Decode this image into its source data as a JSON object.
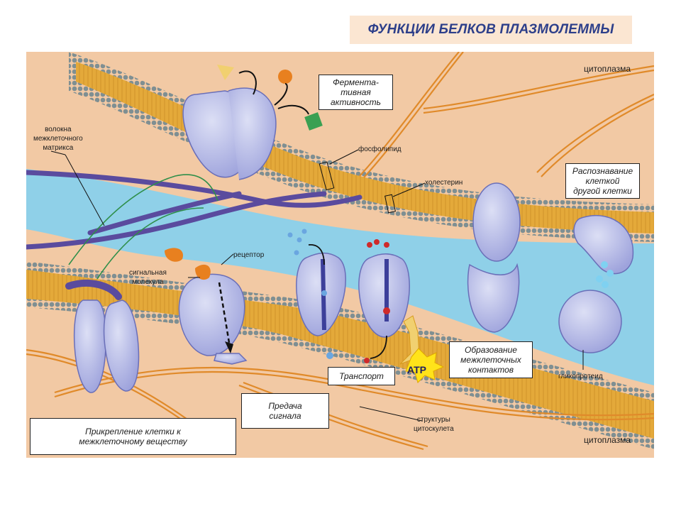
{
  "title": "ФУНКЦИИ БЕЛКОВ ПЛАЗМОЛЕММЫ",
  "labels": {
    "cytoplasm_top": "цитоплазма",
    "cytoplasm_bottom": "цитоплазма",
    "ecm_fibers": "волокна\nмежклеточного\nматрикса",
    "phospholipid": "фосфолипид",
    "cholesterol": "холестерин",
    "receptor": "рецептор",
    "signal_molecule": "сигнальная\nмолекула",
    "glycoprotein": "гликопротеид",
    "cytoskeleton": "структуры\nцитоскулета",
    "atp": "ATP"
  },
  "boxes": {
    "enzymatic": "Фермента-\nтивная\nактивность",
    "recognition": "Распознавание\nклеткой\nдругой клетки",
    "junctions": "Образование\nмежклеточных\nконтактов",
    "transport": "Транспорт",
    "signal": "Предача\nсигнала",
    "attachment": "Прикрепление клетки к\nмежклеточному веществу"
  },
  "colors": {
    "title_text": "#2d3f8a",
    "title_bg": "#fbe6d2",
    "cytoplasm": "#f2c9a4",
    "extracellular": "#8fd0e8",
    "membrane_core": "#e4a93a",
    "phospholipid_head": "#7f8f92",
    "protein": "#b9bde8",
    "protein_dark": "#3c3f9a",
    "fiber": "#e08a2a",
    "ecm_fiber": "#5a4b9e"
  }
}
